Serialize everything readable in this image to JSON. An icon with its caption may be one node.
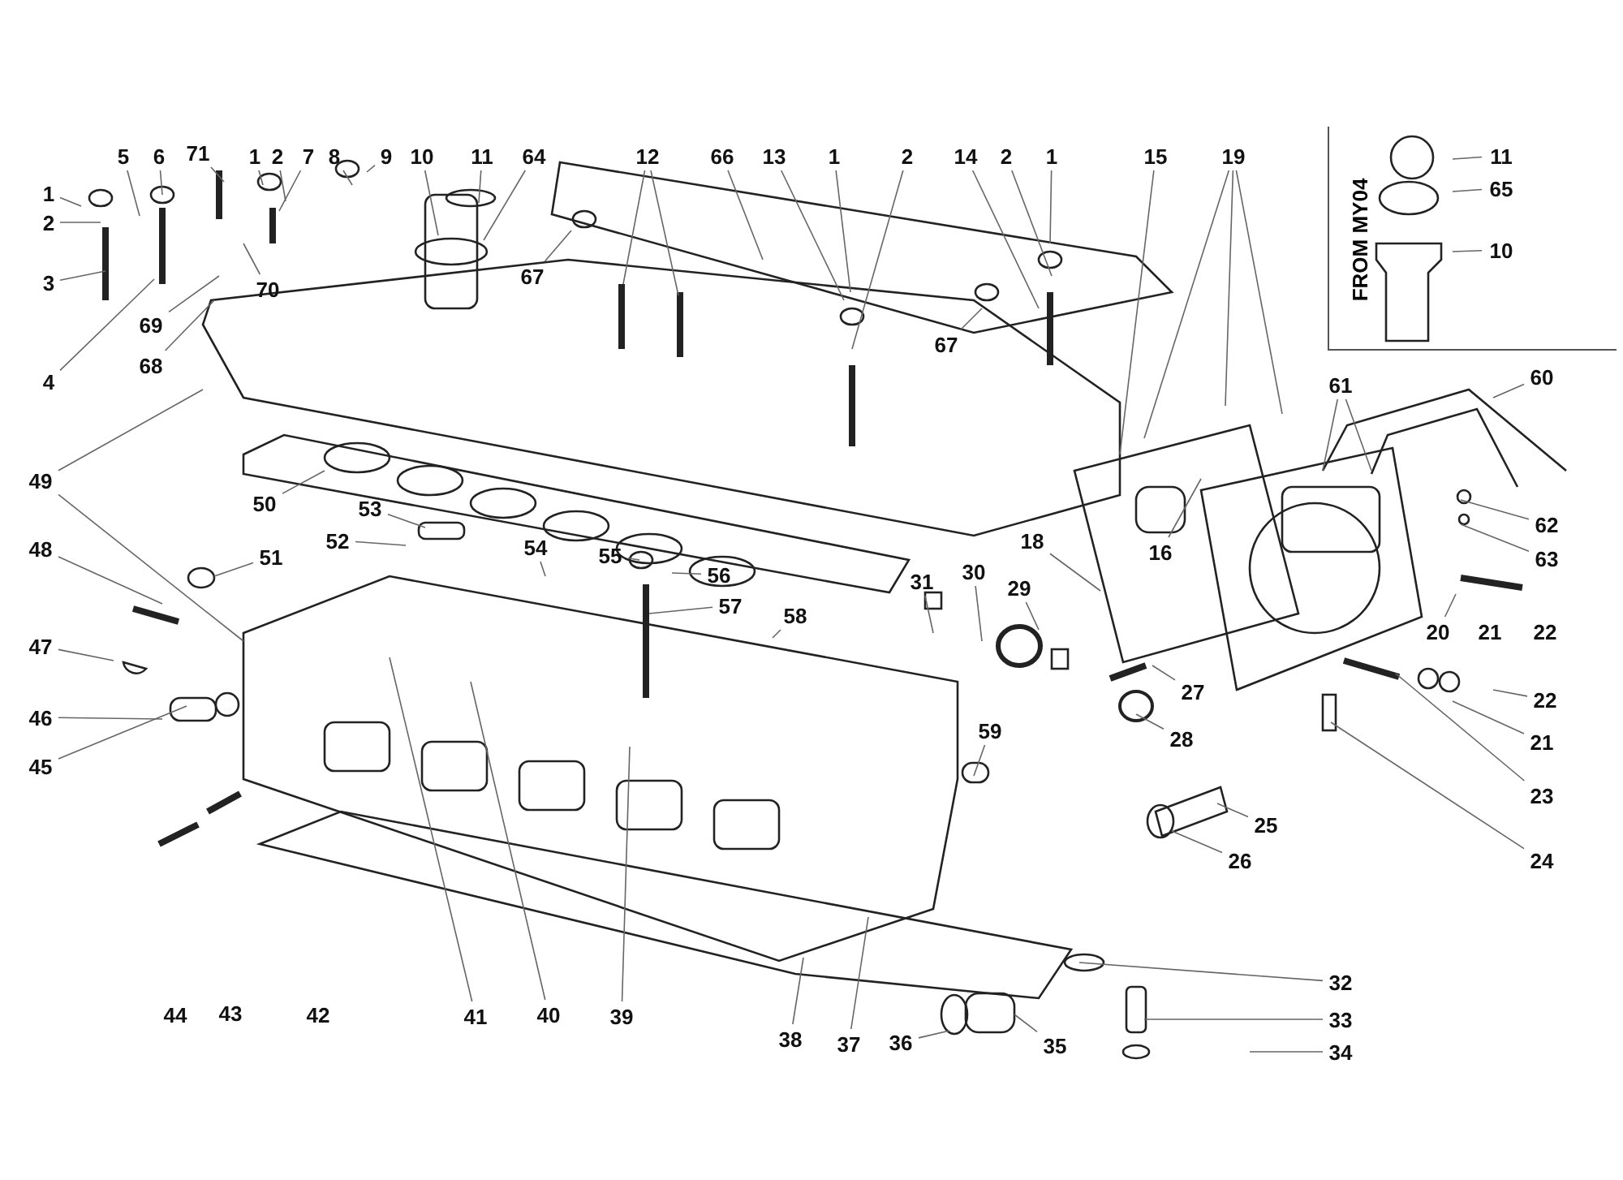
{
  "diagram": {
    "nodes": [
      {
        "text": [
          "1"
        ]
      },
      {
        "text": [
          "2"
        ]
      },
      {
        "text": [
          "3"
        ]
      },
      {
        "text": [
          "4"
        ]
      },
      {
        "text": [
          "5"
        ]
      },
      {
        "text": [
          "6"
        ]
      },
      {
        "text": [
          "71"
        ]
      },
      {
        "text": [
          "1"
        ]
      },
      {
        "text": [
          "2"
        ]
      },
      {
        "text": [
          "7"
        ]
      },
      {
        "text": [
          "8"
        ]
      },
      {
        "text": [
          "9"
        ]
      },
      {
        "text": [
          "10"
        ]
      },
      {
        "text": [
          "11"
        ]
      },
      {
        "text": [
          "64"
        ]
      },
      {
        "text": [
          "12"
        ]
      },
      {
        "text": [
          "66"
        ]
      },
      {
        "text": [
          "13"
        ]
      },
      {
        "text": [
          "1"
        ]
      },
      {
        "text": [
          "2"
        ]
      },
      {
        "text": [
          "14"
        ]
      },
      {
        "text": [
          "2"
        ]
      },
      {
        "text": [
          "1"
        ]
      },
      {
        "text": [
          "15"
        ]
      },
      {
        "text": [
          "19"
        ]
      },
      {
        "text": [
          "FROM MY04"
        ]
      },
      {
        "text": [
          "11"
        ],
        "in": 25
      },
      {
        "text": [
          "65"
        ],
        "in": 25
      },
      {
        "text": [
          "10"
        ],
        "in": 25
      },
      {
        "text": [
          "69"
        ]
      },
      {
        "text": [
          "70"
        ]
      },
      {
        "text": [
          "68"
        ]
      },
      {
        "text": [
          "67"
        ]
      },
      {
        "text": [
          "67"
        ]
      },
      {
        "text": [
          "60"
        ]
      },
      {
        "text": [
          "61"
        ]
      },
      {
        "text": [
          "49"
        ]
      },
      {
        "text": [
          "50"
        ]
      },
      {
        "text": [
          "53"
        ]
      },
      {
        "text": [
          "52"
        ]
      },
      {
        "text": [
          "51"
        ]
      },
      {
        "text": [
          "48"
        ]
      },
      {
        "text": [
          "54"
        ]
      },
      {
        "text": [
          "55"
        ]
      },
      {
        "text": [
          "56"
        ]
      },
      {
        "text": [
          "57"
        ]
      },
      {
        "text": [
          "58"
        ]
      },
      {
        "text": [
          "31"
        ]
      },
      {
        "text": [
          "30"
        ]
      },
      {
        "text": [
          "29"
        ]
      },
      {
        "text": [
          "18"
        ]
      },
      {
        "text": [
          "16"
        ]
      },
      {
        "text": [
          "62"
        ]
      },
      {
        "text": [
          "63"
        ]
      },
      {
        "text": [
          "20"
        ]
      },
      {
        "text": [
          "21"
        ]
      },
      {
        "text": [
          "22"
        ]
      },
      {
        "text": [
          "47"
        ]
      },
      {
        "text": [
          "46"
        ]
      },
      {
        "text": [
          "45"
        ]
      },
      {
        "text": [
          "27"
        ]
      },
      {
        "text": [
          "22"
        ]
      },
      {
        "text": [
          "28"
        ]
      },
      {
        "text": [
          "59"
        ]
      },
      {
        "text": [
          "21"
        ]
      },
      {
        "text": [
          "23"
        ]
      },
      {
        "text": [
          "25"
        ]
      },
      {
        "text": [
          "26"
        ]
      },
      {
        "text": [
          "24"
        ]
      },
      {
        "text": [
          "32"
        ]
      },
      {
        "text": [
          "44"
        ]
      },
      {
        "text": [
          "43"
        ]
      },
      {
        "text": [
          "42"
        ]
      },
      {
        "text": [
          "41"
        ]
      },
      {
        "text": [
          "40"
        ]
      },
      {
        "text": [
          "39"
        ]
      },
      {
        "text": [
          "38"
        ]
      },
      {
        "text": [
          "37"
        ]
      },
      {
        "text": [
          "36"
        ]
      },
      {
        "text": [
          "35"
        ]
      },
      {
        "text": [
          "33"
        ]
      },
      {
        "text": [
          "34"
        ]
      }
    ],
    "edges": [
      {
        "from": 0,
        "to": null,
        "arrow": "none"
      },
      {
        "from": 1,
        "to": null,
        "arrow": "none"
      },
      {
        "from": 2,
        "to": null,
        "arrow": "none"
      },
      {
        "from": 3,
        "to": null,
        "arrow": "none"
      },
      {
        "from": 4,
        "to": null,
        "arrow": "none"
      },
      {
        "from": 5,
        "to": null,
        "arrow": "none"
      },
      {
        "from": 6,
        "to": null,
        "arrow": "none"
      },
      {
        "from": 7,
        "to": null,
        "arrow": "none"
      },
      {
        "from": 8,
        "to": null,
        "arrow": "none"
      },
      {
        "from": 9,
        "to": null,
        "arrow": "none"
      },
      {
        "from": 10,
        "to": null,
        "arrow": "none"
      },
      {
        "from": 11,
        "to": null,
        "arrow": "none"
      },
      {
        "from": 12,
        "to": null,
        "arrow": "none"
      },
      {
        "from": 13,
        "to": null,
        "arrow": "none"
      },
      {
        "from": 14,
        "to": null,
        "arrow": "none"
      },
      {
        "from": 15,
        "to": null,
        "arrow": "none"
      },
      {
        "from": 15,
        "to": null,
        "arrow": "none"
      },
      {
        "from": 16,
        "to": null,
        "arrow": "none"
      },
      {
        "from": 17,
        "to": null,
        "arrow": "none"
      },
      {
        "from": 18,
        "to": null,
        "arrow": "none"
      },
      {
        "from": 19,
        "to": null,
        "arrow": "none"
      },
      {
        "from": 20,
        "to": null,
        "arrow": "none"
      },
      {
        "from": 21,
        "to": null,
        "arrow": "none"
      },
      {
        "from": 22,
        "to": null,
        "arrow": "none"
      },
      {
        "from": 23,
        "to": null,
        "arrow": "none"
      },
      {
        "from": 24,
        "to": null,
        "arrow": "none"
      },
      {
        "from": 24,
        "to": null,
        "arrow": "none"
      },
      {
        "from": 24,
        "to": null,
        "arrow": "none"
      },
      {
        "from": 26,
        "to": null,
        "arrow": "none"
      },
      {
        "from": 27,
        "to": null,
        "arrow": "none"
      },
      {
        "from": 28,
        "to": null,
        "arrow": "none"
      },
      {
        "from": 29,
        "to": null,
        "arrow": "none"
      },
      {
        "from": 30,
        "to": null,
        "arrow": "none"
      },
      {
        "from": 31,
        "to": null,
        "arrow": "none"
      },
      {
        "from": 32,
        "to": null,
        "arrow": "none"
      },
      {
        "from": 33,
        "to": null,
        "arrow": "none"
      },
      {
        "from": 34,
        "to": null,
        "arrow": "none"
      },
      {
        "from": 35,
        "to": null,
        "arrow": "none"
      },
      {
        "from": 35,
        "to": null,
        "arrow": "none"
      },
      {
        "from": 36,
        "to": null,
        "arrow": "none"
      },
      {
        "from": 36,
        "to": null,
        "arrow": "none"
      },
      {
        "from": 37,
        "to": null,
        "arrow": "none"
      },
      {
        "from": 38,
        "to": null,
        "arrow": "none"
      },
      {
        "from": 39,
        "to": null,
        "arrow": "none"
      },
      {
        "from": 40,
        "to": null,
        "arrow": "none"
      },
      {
        "from": 41,
        "to": null,
        "arrow": "none"
      },
      {
        "from": 42,
        "to": null,
        "arrow": "none"
      },
      {
        "from": 43,
        "to": null,
        "arrow": "none"
      },
      {
        "from": 44,
        "to": null,
        "arrow": "none"
      },
      {
        "from": 45,
        "to": null,
        "arrow": "none"
      },
      {
        "from": 46,
        "to": null,
        "arrow": "none"
      },
      {
        "from": 47,
        "to": null,
        "arrow": "none"
      },
      {
        "from": 48,
        "to": null,
        "arrow": "none"
      },
      {
        "from": 49,
        "to": null,
        "arrow": "none"
      },
      {
        "from": 50,
        "to": null,
        "arrow": "none"
      },
      {
        "from": 51,
        "to": null,
        "arrow": "none"
      },
      {
        "from": 52,
        "to": null,
        "arrow": "none"
      },
      {
        "from": 53,
        "to": null,
        "arrow": "none"
      },
      {
        "from": 54,
        "to": null,
        "arrow": "none"
      },
      {
        "from": 57,
        "to": null,
        "arrow": "none"
      },
      {
        "from": 58,
        "to": null,
        "arrow": "none"
      },
      {
        "from": 59,
        "to": null,
        "arrow": "none"
      },
      {
        "from": 60,
        "to": null,
        "arrow": "none"
      },
      {
        "from": 61,
        "to": null,
        "arrow": "none"
      },
      {
        "from": 62,
        "to": null,
        "arrow": "none"
      },
      {
        "from": 63,
        "to": null,
        "arrow": "none"
      },
      {
        "from": 64,
        "to": null,
        "arrow": "none"
      },
      {
        "from": 65,
        "to": null,
        "arrow": "none"
      },
      {
        "from": 66,
        "to": null,
        "arrow": "none"
      },
      {
        "from": 67,
        "to": null,
        "arrow": "none"
      },
      {
        "from": 68,
        "to": null,
        "arrow": "none"
      },
      {
        "from": 69,
        "to": null,
        "arrow": "none"
      },
      {
        "from": 73,
        "to": null,
        "arrow": "none"
      },
      {
        "from": 74,
        "to": null,
        "arrow": "none"
      },
      {
        "from": 75,
        "to": null,
        "arrow": "none"
      },
      {
        "from": 76,
        "to": null,
        "arrow": "none"
      },
      {
        "from": 77,
        "to": null,
        "arrow": "none"
      },
      {
        "from": 78,
        "to": null,
        "arrow": "none"
      },
      {
        "from": 79,
        "to": null,
        "arrow": "none"
      },
      {
        "from": 80,
        "to": null,
        "arrow": "none"
      },
      {
        "from": 81,
        "to": null,
        "arrow": "none"
      }
    ]
  }
}
